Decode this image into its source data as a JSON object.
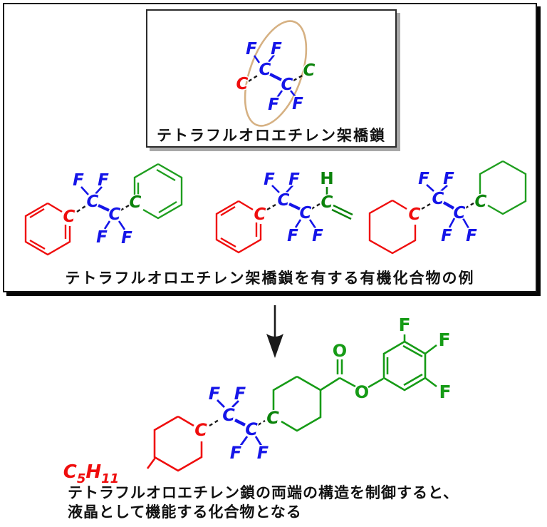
{
  "colors": {
    "blue": "#1515e8",
    "red": "#ef0d0d",
    "green": "#169b16",
    "green_dark": "#0b830b",
    "tan": "#d6b183",
    "black": "#1a1a1a",
    "shadow_gray": "#a8a8a8"
  },
  "atoms": {
    "carbon": "C",
    "fluorine": "F",
    "hydrogen": "H",
    "oxygen": "O"
  },
  "top_box": {
    "label": "テトラフルオロエチレン架橋鎖",
    "structure": "C-CF2-CF2-C unit highlighted by tan ellipse"
  },
  "examples": {
    "caption": "テトラフルオロエチレン架橋鎖を有する有機化合物の例",
    "molecules": [
      {
        "left_end": "benzene ring (red)",
        "bridge": "CF2-CF2 (blue)",
        "right_end": "benzene ring (green)"
      },
      {
        "left_end": "benzene ring (red)",
        "bridge": "CF2-CF2 (blue)",
        "right_end": "vinyl CH=CH2 (green)"
      },
      {
        "left_end": "cyclohexane ring (red)",
        "bridge": "CF2-CF2 (blue)",
        "right_end": "cyclohexane ring (green)"
      }
    ]
  },
  "result": {
    "pentyl": {
      "c": "C",
      "sub1": "5",
      "h": "H",
      "sub2": "11"
    },
    "description": "C5H11-cyclohexane (red) - CF2-CF2 (blue) - cyclohexane - C(=O)O - 3,4,5-trifluorophenyl (green)",
    "caption_line1": "テトラフルオロエチレン鎖の両端の構造を制御すると、",
    "caption_line2": "液晶として機能する化合物となる"
  }
}
